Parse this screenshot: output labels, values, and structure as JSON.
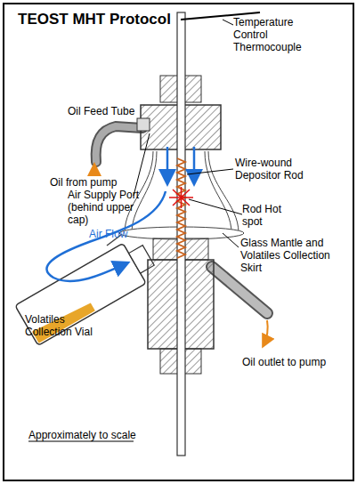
{
  "diagram": {
    "title": "TEOST MHT Protocol",
    "labels": [
      "Temperature Control Thermocouple",
      "Oil Feed Tube",
      "Oil from pump",
      "Air Supply Port (behind upper cap)",
      "Wire-wound Depositor Rod",
      "Air Flow",
      "Rod Hot spot",
      "Glass Mantle and Volatiles Collection Skirt",
      "Volatiles Collection Vial",
      "Oil outlet to pump",
      "Approximately to scale"
    ]
  }
}
